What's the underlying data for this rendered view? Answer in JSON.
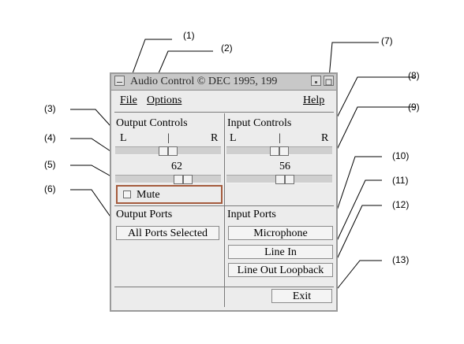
{
  "callouts": [
    "(1)",
    "(2)",
    "(3)",
    "(4)",
    "(5)",
    "(6)",
    "(7)",
    "(8)",
    "(9)",
    "(10)",
    "(11)",
    "(12)",
    "(13)"
  ],
  "window": {
    "title": "Audio Control © DEC 1995, 199"
  },
  "menu": {
    "file": "File",
    "options": "Options",
    "help": "Help"
  },
  "output_controls": {
    "title": "Output Controls",
    "left": "L",
    "center": "|",
    "right": "R",
    "value": "62",
    "mute": "Mute",
    "balance_position": 0.5,
    "volume_position": 0.62
  },
  "input_controls": {
    "title": "Input Controls",
    "left": "L",
    "center": "|",
    "right": "R",
    "value": "56",
    "balance_position": 0.5,
    "gain_position": 0.56
  },
  "output_ports": {
    "title": "Output Ports",
    "selected": "All Ports Selected"
  },
  "input_ports": {
    "title": "Input Ports",
    "microphone": "Microphone",
    "line_in": "Line In",
    "loopback": "Line Out Loopback"
  },
  "exit": "Exit"
}
